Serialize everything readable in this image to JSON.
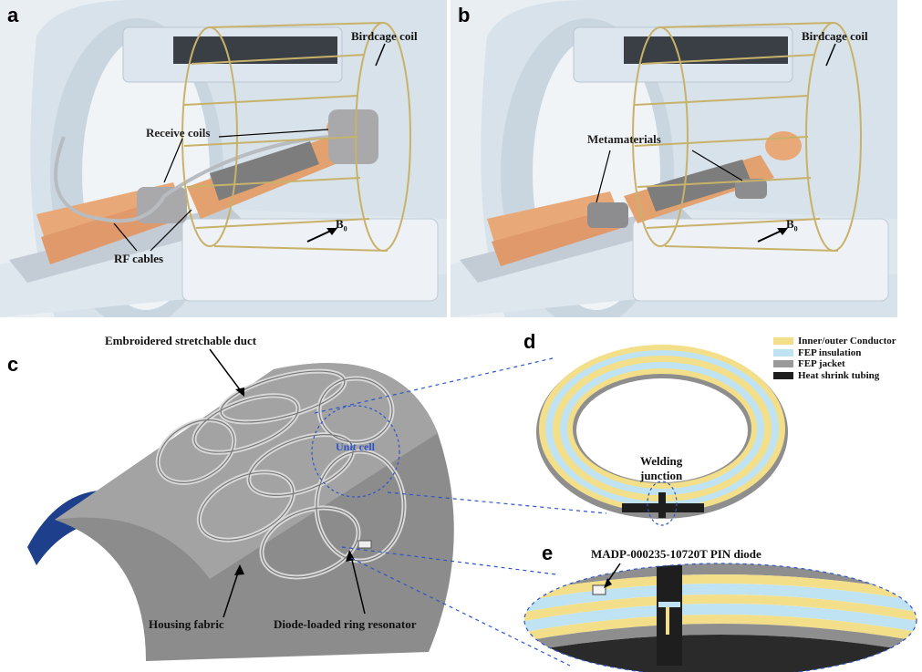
{
  "panels": {
    "a": {
      "label": "a",
      "annotations": {
        "birdcage_coil": "Birdcage coil",
        "receive_coils": "Receive coils",
        "rf_cables": "RF cables",
        "b0": "B",
        "b0_sub": "0"
      }
    },
    "b": {
      "label": "b",
      "annotations": {
        "birdcage_coil": "Birdcage coil",
        "metamaterials": "Metamaterials",
        "b0": "B",
        "b0_sub": "0"
      }
    },
    "c": {
      "label": "c",
      "annotations": {
        "embroidered_duct": "Embroidered stretchable duct",
        "unit_cell": "Unit cell",
        "housing_fabric": "Housing fabric",
        "diode_ring": "Diode-loaded ring resonator"
      }
    },
    "d": {
      "label": "d",
      "annotations": {
        "welding_line1": "Welding",
        "welding_line2": "junction"
      }
    },
    "e": {
      "label": "e",
      "annotations": {
        "pin_diode": "MADP-000235-10720T PIN diode"
      }
    }
  },
  "legend": [
    {
      "label": "Inner/outer Conductor",
      "color": "#f3df8a"
    },
    {
      "label": "FEP insulation",
      "color": "#bfe3f2"
    },
    {
      "label": "FEP jacket",
      "color": "#9a9a9a"
    },
    {
      "label": "Heat shrink tubing",
      "color": "#1e1e1e"
    }
  ],
  "colors": {
    "unit_cell_text": "#2f55c8",
    "dashed_lines": "#2f55c8",
    "coil_gold": "#c8b26a",
    "skin": "#e8a878",
    "fabric": "#8c8c8c"
  }
}
